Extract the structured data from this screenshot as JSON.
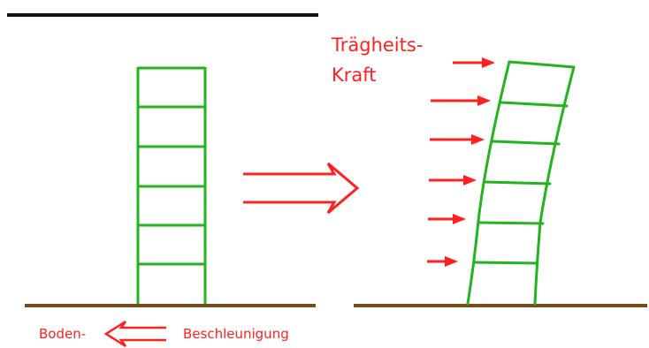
{
  "labels": {
    "inertia_line1": "Trägheits-",
    "inertia_line2": "Kraft",
    "ground_left": "Boden-",
    "ground_right": "Beschleunigung"
  },
  "colors": {
    "structure": "#22b41e",
    "arrows": "#ff2020",
    "ground": "#7a4a1a",
    "top_bar": "#111111"
  },
  "counts": {
    "building_floors": 6,
    "inertia_arrows": 6
  }
}
